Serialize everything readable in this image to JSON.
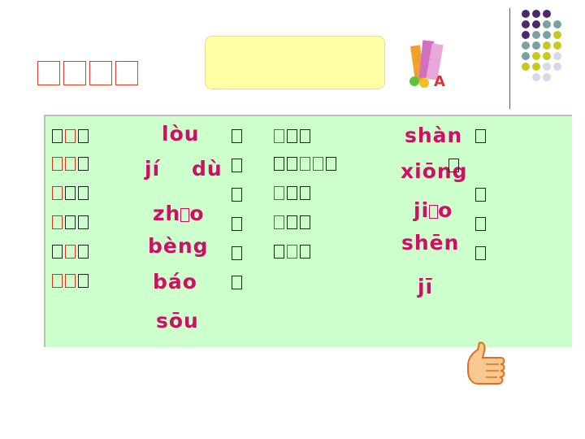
{
  "slide": {
    "title_cells": 4,
    "colors": {
      "title": "#d8402a",
      "pinyin": "#cc1066",
      "panel": "#ccffcc",
      "box": "#ffffa6"
    }
  },
  "left_words": [
    {
      "cells": [
        "n",
        "r",
        "n"
      ]
    },
    {
      "cells": [
        "r",
        "r",
        "n"
      ]
    },
    {
      "cells": [
        "r",
        "n",
        "n"
      ]
    },
    {
      "cells": [
        "r",
        "n",
        "n"
      ]
    },
    {
      "cells": [
        "n",
        "r",
        "n"
      ]
    },
    {
      "cells": [
        "r",
        "r",
        "n"
      ]
    }
  ],
  "left_pinyin": [
    "lòu",
    "jí",
    "dù",
    "zh",
    "o",
    "bèng",
    "báo",
    "sōu"
  ],
  "right_words": [
    {
      "cells": [
        "r",
        "n",
        "n"
      ]
    },
    {
      "cells": [
        "n",
        "n",
        "r",
        "r",
        "n"
      ]
    },
    {
      "cells": [
        "r",
        "n",
        "n"
      ]
    },
    {
      "cells": [
        "r",
        "n",
        "n"
      ]
    },
    {
      "cells": [
        "n",
        "r",
        "n"
      ]
    }
  ],
  "right_pinyin": [
    "shàn",
    "xiōng",
    "ji",
    "o",
    "shēn",
    "jī"
  ],
  "icons": [
    "books-icon",
    "thumbs-up-icon"
  ]
}
